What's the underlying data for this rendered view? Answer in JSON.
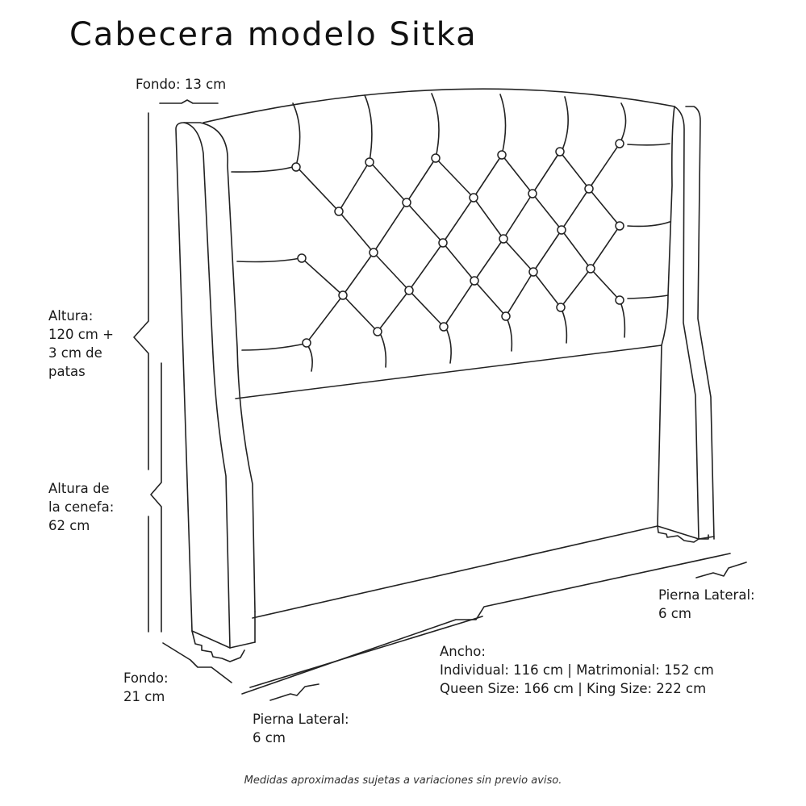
{
  "title": "Cabecera modelo Sitka",
  "dimensions": {
    "fondo_top": {
      "label": "Fondo: 13 cm"
    },
    "altura": {
      "lines": [
        "Altura:",
        "120 cm +",
        "3 cm de",
        "patas"
      ]
    },
    "altura_cenefa": {
      "lines": [
        "Altura de",
        "la cenefa:",
        "62 cm"
      ]
    },
    "fondo_bottom": {
      "lines": [
        "Fondo:",
        "21 cm"
      ]
    },
    "pierna_lateral_left": {
      "lines": [
        "Pierna Lateral:",
        "6 cm"
      ]
    },
    "pierna_lateral_right": {
      "lines": [
        "Pierna Lateral:",
        "6 cm"
      ]
    },
    "ancho": {
      "lines": [
        "Ancho:",
        "Individual: 116 cm | Matrimonial: 152 cm",
        "Queen Size: 166 cm | King Size: 222 cm"
      ]
    }
  },
  "footnote": "Medidas aproximadas sujetas a variaciones sin previo aviso.",
  "drawing": {
    "subject": "headboard-line-drawing",
    "tufting_buttons": 28,
    "stroke_color": "#222222",
    "background": "#ffffff"
  }
}
